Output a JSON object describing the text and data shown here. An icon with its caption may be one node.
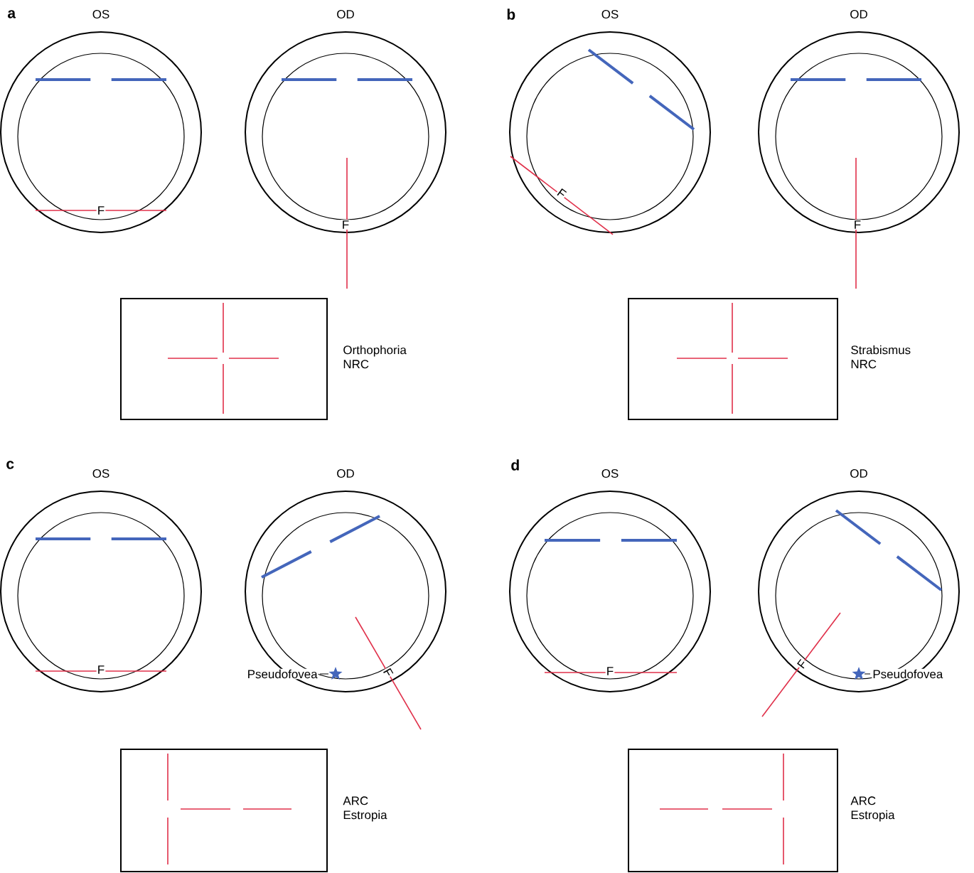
{
  "diagram": {
    "nodes": [
      {
        "text": [
          "OS",
          "F"
        ]
      },
      {
        "text": [
          "OD",
          "F"
        ]
      },
      {
        "text": [],
        "shape": "box",
        "beside": [
          "Orthophoria NRC"
        ]
      },
      {
        "text": [
          "OS",
          "F"
        ]
      },
      {
        "text": [
          "OD",
          "F"
        ]
      },
      {
        "text": [],
        "shape": "box",
        "beside": [
          "Strabismus NRC"
        ]
      },
      {
        "text": [
          "OS",
          "F"
        ]
      },
      {
        "text": [
          "OD",
          "F"
        ]
      },
      {
        "text": [],
        "shape": "box",
        "beside": [
          "ARC Estropia"
        ]
      },
      {
        "text": [
          "OS",
          "F"
        ]
      },
      {
        "text": [
          "OD",
          "F"
        ]
      },
      {
        "text": [],
        "shape": "box",
        "beside": [
          "ARC Estropia"
        ]
      }
    ],
    "labels": [
      "a",
      "b",
      "c",
      "d",
      "Pseudofovea",
      "Pseudofovea"
    ]
  }
}
